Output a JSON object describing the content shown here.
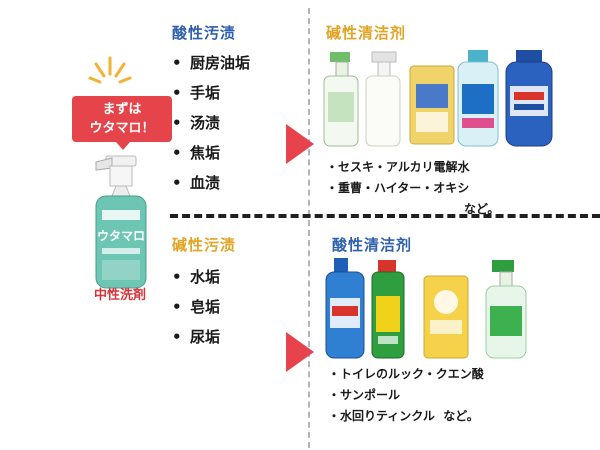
{
  "center": {
    "badge_lines": [
      "まずは",
      "ウタマロ！"
    ],
    "label": "中性洗剤"
  },
  "acid_stains": {
    "heading": "酸性汚渍",
    "items": [
      "厨房油垢",
      "手垢",
      "汤渍",
      "焦垢",
      "血渍"
    ]
  },
  "alkaline_cleaners": {
    "heading": "碱性清洁剂",
    "items": [
      "セスキ・アルカリ電解水",
      "重曹・ハイター・オキシ"
    ],
    "trailing": "など。"
  },
  "alkaline_stains": {
    "heading": "碱性污渍",
    "items": [
      "水垢",
      "皂垢",
      "尿垢"
    ]
  },
  "acid_cleaners": {
    "heading": "酸性清洁剂",
    "items": [
      "トイレのルック・クエン酸",
      "サンポール",
      "水回りティンクル"
    ],
    "trailing": "など。"
  },
  "colors": {
    "blue_heading": "#2f5fae",
    "orange_heading": "#e2a424",
    "badge_red": "#e4444a",
    "pointer_red": "#e8434c"
  }
}
